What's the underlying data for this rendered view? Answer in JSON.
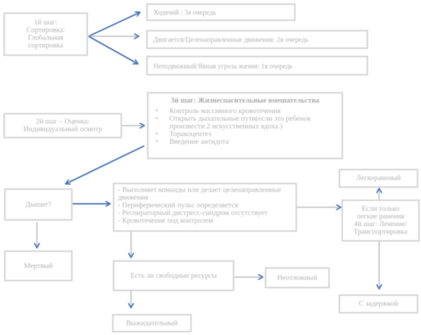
{
  "colors": {
    "arrow_blue": "#4a74b4",
    "arrow_gray": "#c9c9c9",
    "box_border": "#d4d4d4",
    "text": "#b3b3b3"
  },
  "step1": {
    "lines": [
      "1й шаг:",
      "Сортировка:",
      "Глобальная",
      "сортировка"
    ]
  },
  "step1_outcomes": {
    "walking": "Ходячий : 3я очередь",
    "moving": "Двигается/Целенаправленные движения: 2я очередь",
    "immobile": "Неподвижный/Явная угроза жизни: 1я очередь"
  },
  "step2": {
    "lines": [
      "2й шаг – Оценка:",
      "Индивидуальный осмотр"
    ]
  },
  "step3": {
    "title": "3й шаг: Жизнеспасительные вмешательства",
    "items": [
      "Контроль массивного кровотечения",
      "Открыть дыхательные пути(если это ребенок произвести 2 искусственных вдоха )",
      "Торакоцентез",
      "Введение антидота"
    ]
  },
  "breathing": {
    "label": "Дышит?"
  },
  "dead": {
    "label": "Мертвый"
  },
  "criteria": {
    "items": [
      "- Выполняет команды или делает целенаправленные движения",
      "- Периферический пульс определяется",
      "- Респираторный дистресс-синдром отсутствует",
      "- Кровотечение под контролем"
    ]
  },
  "resources": {
    "label": "Есть ли свободные ресурсы"
  },
  "urgent": {
    "label": "Неотложный"
  },
  "expectant": {
    "label": "Выжидательный"
  },
  "step4": {
    "lines": [
      "Если только",
      "легкие ранения",
      "4й шаг: Лечение/",
      "Транспортировка"
    ]
  },
  "minor": {
    "label": "Легкораненый"
  },
  "delayed": {
    "label": "С задержкой"
  }
}
